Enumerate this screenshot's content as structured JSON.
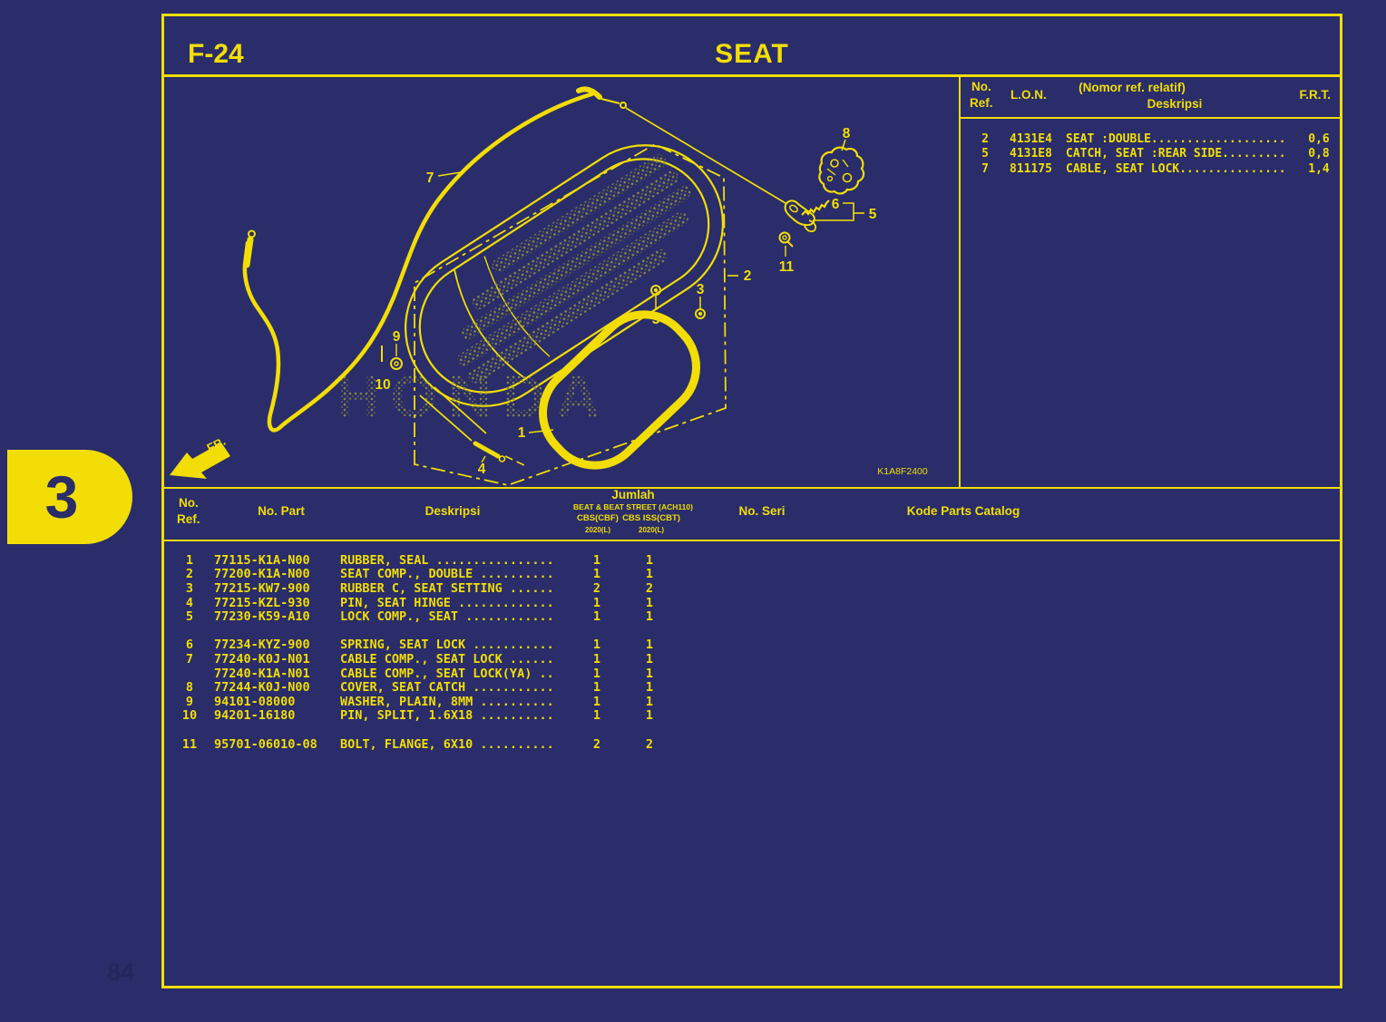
{
  "colors": {
    "background": "#2a2d69",
    "accent_yellow": "#f2de06",
    "halftone_olive": "#8a8946",
    "faint_text": "#24265c"
  },
  "header": {
    "code": "F-24",
    "title": "SEAT"
  },
  "side_tab": {
    "number": "3"
  },
  "footer": {
    "page_number": "84"
  },
  "diagram": {
    "code": "K1A8F2400",
    "fr_label": "FR.",
    "watermark": "HONDA",
    "callouts": {
      "n1": "1",
      "n2": "2",
      "n3": "3",
      "n4": "4",
      "n5": "5",
      "n6": "6",
      "n7": "7",
      "n8": "8",
      "n9": "9",
      "n10": "10",
      "n11": "11"
    }
  },
  "ref_table": {
    "headers": {
      "no": "No.",
      "ref": "Ref.",
      "lon": "L.O.N.",
      "desc_top": "(Nomor ref. relatif)",
      "desc_bottom": "Deskripsi",
      "frt": "F.R.T."
    },
    "rows": [
      {
        "ref": "2",
        "lon": "4131E4",
        "desc": "SEAT :DOUBLE...................",
        "frt": "0,6"
      },
      {
        "ref": "5",
        "lon": "4131E8",
        "desc": "CATCH, SEAT :REAR SIDE.........",
        "frt": "0,8"
      },
      {
        "ref": "7",
        "lon": "811175",
        "desc": "CABLE, SEAT LOCK...............",
        "frt": "1,4"
      }
    ]
  },
  "parts_table": {
    "headers": {
      "no": "No.",
      "ref": "Ref.",
      "part": "No. Part",
      "desc": "Deskripsi",
      "jumlah": "Jumlah",
      "jumlah_model": "BEAT & BEAT STREET (ACH110)",
      "col1_top": "CBS(CBF)",
      "col1_bottom": "2020(L)",
      "col2_top": "CBS ISS(CBT)",
      "col2_bottom": "2020(L)",
      "seri": "No. Seri",
      "kode": "Kode Parts Catalog"
    },
    "rows": [
      {
        "ref": "1",
        "part": "77115-K1A-N00",
        "desc": "RUBBER, SEAL ................",
        "q1": "1",
        "q2": "1",
        "gap": false
      },
      {
        "ref": "2",
        "part": "77200-K1A-N00",
        "desc": "SEAT COMP., DOUBLE ..........",
        "q1": "1",
        "q2": "1",
        "gap": false
      },
      {
        "ref": "3",
        "part": "77215-KW7-900",
        "desc": "RUBBER C, SEAT SETTING ......",
        "q1": "2",
        "q2": "2",
        "gap": false
      },
      {
        "ref": "4",
        "part": "77215-KZL-930",
        "desc": "PIN, SEAT HINGE .............",
        "q1": "1",
        "q2": "1",
        "gap": false
      },
      {
        "ref": "5",
        "part": "77230-K59-A10",
        "desc": "LOCK COMP., SEAT ............",
        "q1": "1",
        "q2": "1",
        "gap": false
      },
      {
        "ref": "6",
        "part": "77234-KYZ-900",
        "desc": "SPRING, SEAT LOCK ...........",
        "q1": "1",
        "q2": "1",
        "gap": true
      },
      {
        "ref": "7",
        "part": "77240-K0J-N01",
        "desc": "CABLE COMP., SEAT LOCK ......",
        "q1": "1",
        "q2": "1",
        "gap": false
      },
      {
        "ref": "",
        "part": "77240-K1A-N01",
        "desc": "CABLE COMP., SEAT LOCK(YA) ..",
        "q1": "1",
        "q2": "1",
        "gap": false
      },
      {
        "ref": "8",
        "part": "77244-K0J-N00",
        "desc": "COVER, SEAT CATCH ...........",
        "q1": "1",
        "q2": "1",
        "gap": false
      },
      {
        "ref": "9",
        "part": "94101-08000",
        "desc": "WASHER, PLAIN, 8MM ..........",
        "q1": "1",
        "q2": "1",
        "gap": false
      },
      {
        "ref": "10",
        "part": "94201-16180",
        "desc": "PIN, SPLIT, 1.6X18 ..........",
        "q1": "1",
        "q2": "1",
        "gap": false
      },
      {
        "ref": "11",
        "part": "95701-06010-08",
        "desc": "BOLT, FLANGE, 6X10 ..........",
        "q1": "2",
        "q2": "2",
        "gap": true
      }
    ]
  }
}
